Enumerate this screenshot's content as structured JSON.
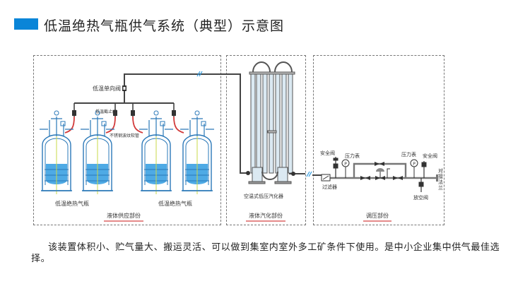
{
  "header": {
    "title": "低温绝热气瓶供气系统（典型）示意图",
    "accent_color": "#0a85d8"
  },
  "diagram": {
    "supply_section": {
      "label": "液体供应部份",
      "check_valve_label": "低温单向阀",
      "shutoff_valve_label": "低温截止阀",
      "hose_label": "不锈钢波纹软管",
      "cylinder_label_left": "低温绝热气瓶",
      "cylinder_label_right": "低温绝热气瓶",
      "cylinder_count": 4
    },
    "vaporizer_section": {
      "label": "液体汽化部份",
      "vaporizer_label": "空温式低压汽化器"
    },
    "regulator_section": {
      "label": "调压部份",
      "safety_valve_left": "安全阀",
      "pressure_gauge_left": "压力表",
      "filter_label": "过滤器",
      "pressure_gauge_right": "压力表",
      "safety_valve_right": "安全阀",
      "vent_valve_label": "放空阀",
      "flange_label": "对接法兰",
      "gauge_symbol": "P"
    },
    "colors": {
      "liquid": "#2f9be0",
      "pipe": "#444444",
      "hose": "#d23a3a",
      "cylinder_outline": "#2a78b8"
    }
  },
  "description": "该装置体积小、贮气量大、搬运灵活、可以做到集室内室外多工矿条件下使用。是中小企业集中供气最佳选择。"
}
